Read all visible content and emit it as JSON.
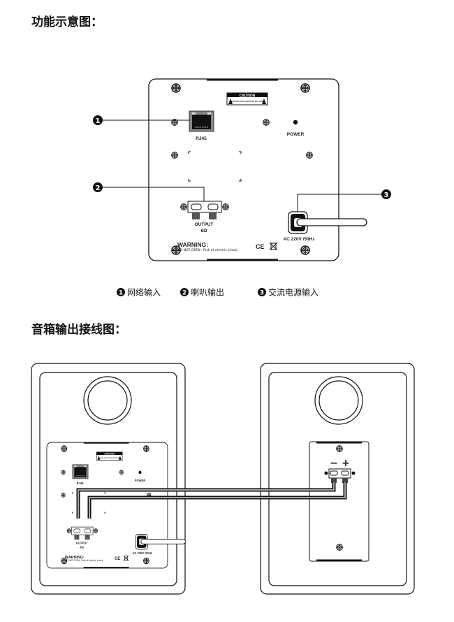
{
  "section1": {
    "title": "功能示意图："
  },
  "panel": {
    "caution_title": "CAUTION",
    "caution_text": "RISK ELECTRIC SHOCK DO NOT OPEN",
    "rj45_label": "RJ45",
    "power_label": "POWER",
    "output_label": "OUTPUT",
    "output_impedance": "8Ω",
    "ac_label": "AC 220V /50Hz",
    "warning_title": "WARNING:",
    "warning_text": "DO NOT OPEN . Risk of electric shock.",
    "ce_mark": "CE"
  },
  "callouts": [
    {
      "number": "1"
    },
    {
      "number": "2"
    },
    {
      "number": "3"
    }
  ],
  "legend": [
    {
      "number": "1",
      "label": "网络输入"
    },
    {
      "number": "2",
      "label": "喇叭输出"
    },
    {
      "number": "3",
      "label": "交流电源输入"
    }
  ],
  "section2": {
    "title": "音箱输出接线图：",
    "minus": "−",
    "plus": "+"
  }
}
